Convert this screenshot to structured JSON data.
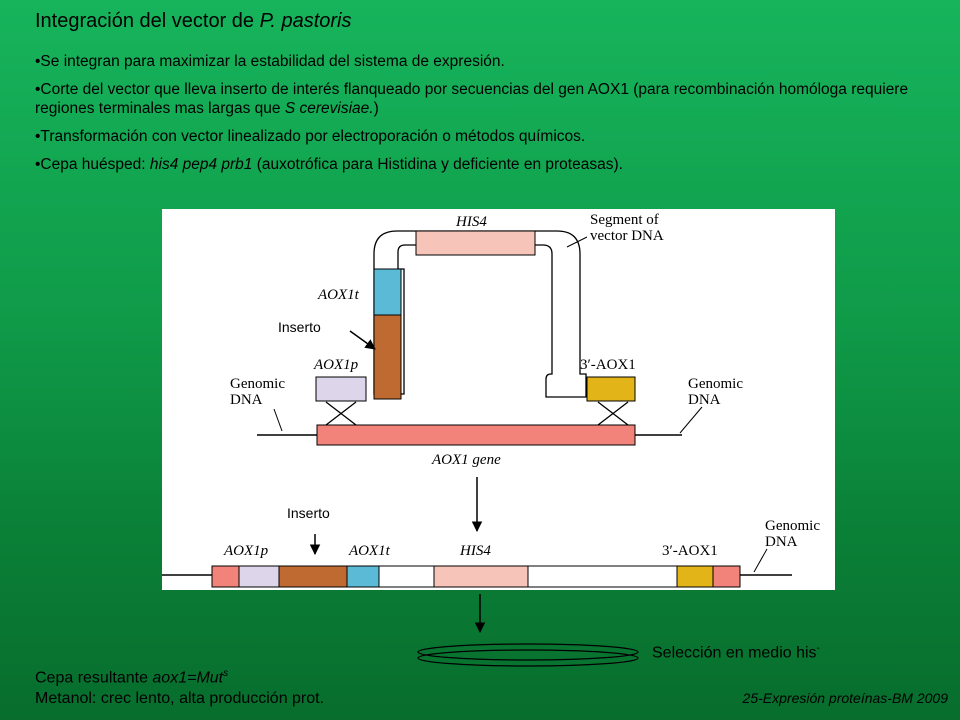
{
  "title": {
    "prefix": "Integración del vector de ",
    "italic": "P. pastoris"
  },
  "bullets": [
    {
      "parts": [
        {
          "t": "•Se integran para maximizar la estabilidad del sistema de expresión."
        }
      ]
    },
    {
      "parts": [
        {
          "t": "•Corte del vector que lleva inserto de interés flanqueado por secuencias del gen AOX1 (para recombinación homóloga requiere regiones terminales mas largas que "
        },
        {
          "t": "S cerevisiae.",
          "i": true
        },
        {
          "t": ")"
        }
      ]
    },
    {
      "parts": [
        {
          "t": "•Transformación con vector linealizado por electroporación o métodos químicos."
        }
      ]
    },
    {
      "parts": [
        {
          "t": "•Cepa huésped: "
        },
        {
          "t": "his4 pep4 prb1",
          "i": true
        },
        {
          "t": " (auxotrófica para Histidina y deficiente en proteasas)."
        }
      ]
    }
  ],
  "diagram": {
    "his4": "HIS4",
    "segment": [
      "Segment of",
      "vector DNA"
    ],
    "aox1t_top": "AOX1t",
    "aox1p_top": "AOX1p",
    "three_aox1_top": "3′-AOX1",
    "genomic_left": [
      "Genomic",
      "DNA"
    ],
    "genomic_right": [
      "Genomic",
      "DNA"
    ],
    "aox1_gene": "AOX1 gene",
    "inserto_top": "Inserto",
    "inserto_bottom": "Inserto",
    "b_aox1p": "AOX1p",
    "b_aox1t": "AOX1t",
    "b_his4": "HIS4",
    "b_three_aox1": "3′-AOX1",
    "b_genomic": [
      "Genomic",
      "DNA"
    ]
  },
  "colors": {
    "aox1p": "#ddd5ea",
    "insert": "#bf6a30",
    "aox1t": "#5bbad6",
    "his4": "#f6c4b8",
    "three_aox1": "#e3b417",
    "aox1_gene": "#f1837a",
    "background": "#12a552"
  },
  "seleccion": {
    "text": "Selección en medio his",
    "sup": "-"
  },
  "cepa": {
    "line1_prefix": "Cepa resultante ",
    "line1_italic": "aox1=Mut",
    "line1_sup": "s",
    "line2": "Metanol: crec lento, alta producción prot."
  },
  "footer": "25-Expresión proteínas-BM 2009"
}
